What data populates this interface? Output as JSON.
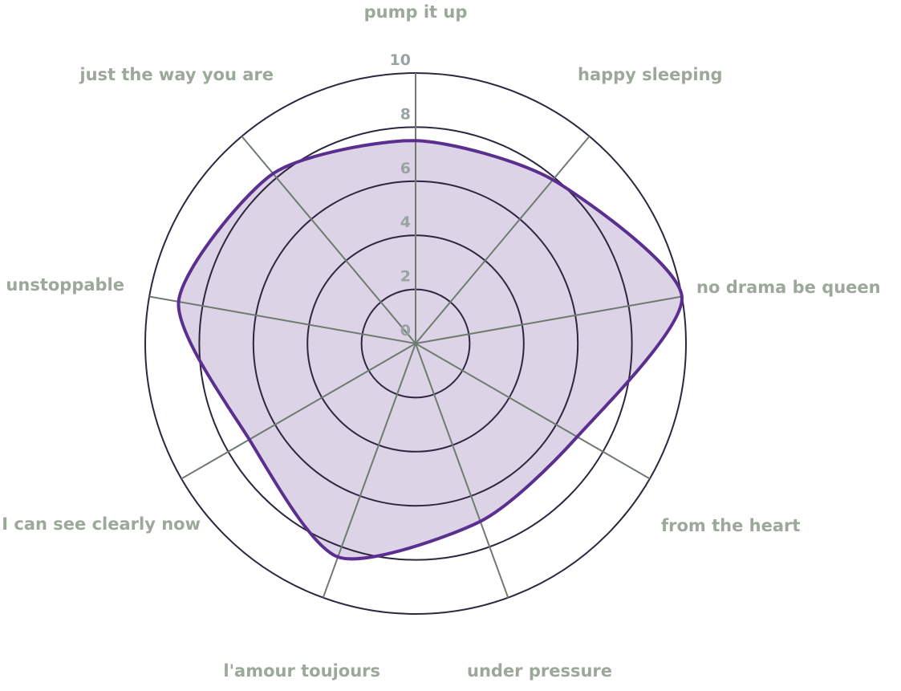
{
  "chart_data": {
    "type": "radar",
    "categories": [
      "pump it up",
      "happy sleeping",
      "no drama be queen",
      "from the heart",
      "under pressure",
      "l'amour toujours",
      "I can see clearly now",
      "unstoppable",
      "just the way you are"
    ],
    "series": [
      {
        "name": "",
        "values": [
          7.5,
          7.9,
          10,
          6.9,
          7.0,
          8.4,
          7.1,
          8.9,
          8.2
        ]
      }
    ],
    "rlim": [
      0,
      10
    ],
    "ticks": [
      "0",
      "2",
      "4",
      "6",
      "8",
      "10"
    ],
    "tick_values": [
      0,
      2,
      4,
      6,
      8,
      10
    ],
    "grid": true,
    "colors": {
      "line": "#5a2f8f",
      "fill": "#dcd3e6",
      "ring": "#2e2640",
      "axis": "#6f7a70",
      "label": "#9ca99a"
    }
  }
}
